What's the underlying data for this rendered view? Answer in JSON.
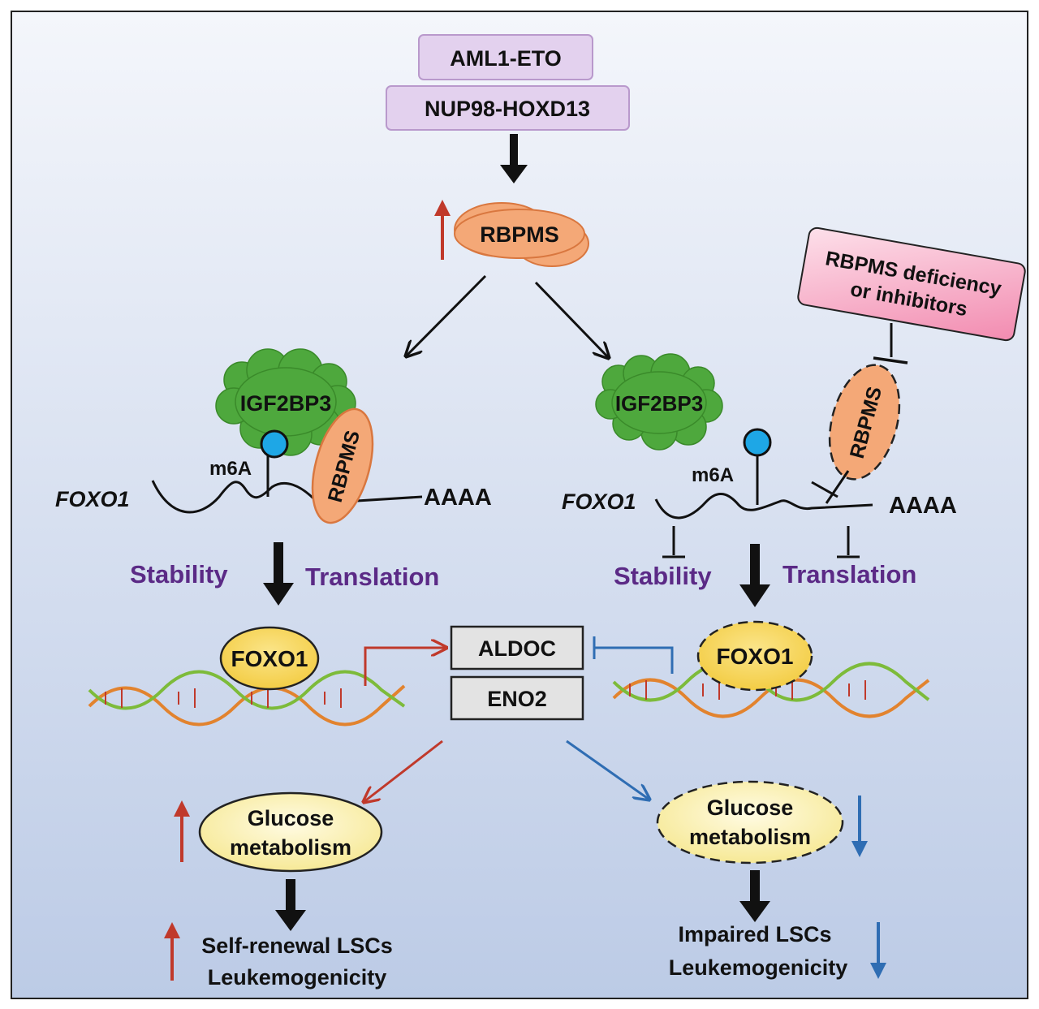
{
  "top": {
    "box1": "AML1-ETO",
    "box2": "NUP98-HOXD13"
  },
  "center": {
    "rbpms": "RBPMS"
  },
  "left_branch": {
    "igf2bp3": "IGF2BP3",
    "rbpms": "RBPMS",
    "m6a": "m6A",
    "gene": "FOXO1",
    "polya": "AAAA",
    "stability": "Stability",
    "translation": "Translation",
    "foxo1_protein": "FOXO1",
    "glucose_line1": "Glucose",
    "glucose_line2": "metabolism",
    "outcome_line1": "Self-renewal LSCs",
    "outcome_line2": "Leukemogenicity"
  },
  "right_branch": {
    "inhibitor_line1": "RBPMS deficiency",
    "inhibitor_line2": "or inhibitors",
    "igf2bp3": "IGF2BP3",
    "rbpms": "RBPMS",
    "m6a": "m6A",
    "gene": "FOXO1",
    "polya": "AAAA",
    "stability": "Stability",
    "translation": "Translation",
    "foxo1_protein": "FOXO1",
    "glucose_line1": "Glucose",
    "glucose_line2": "metabolism",
    "outcome_line1": "Impaired LSCs",
    "outcome_line2": "Leukemogenicity"
  },
  "targets": {
    "aldoc": "ALDOC",
    "eno2": "ENO2"
  },
  "colors": {
    "background_top": "#f4f6fb",
    "background_bottom": "#bccbe6",
    "oncogene_box": "#e3d1ee",
    "rbpms_fill": "#f4a877",
    "igf2bp3_fill": "#4ea83d",
    "foxo1_fill": "#f7d75a",
    "glucose_fill": "#faf1b0",
    "inhibitor_box": "#f6a9c3",
    "target_box": "#e3e3e3",
    "m6a_dot": "#1ea7e6",
    "up_red": "#c0392b",
    "down_blue": "#2f6db3",
    "label_purple": "#5b2a86"
  }
}
